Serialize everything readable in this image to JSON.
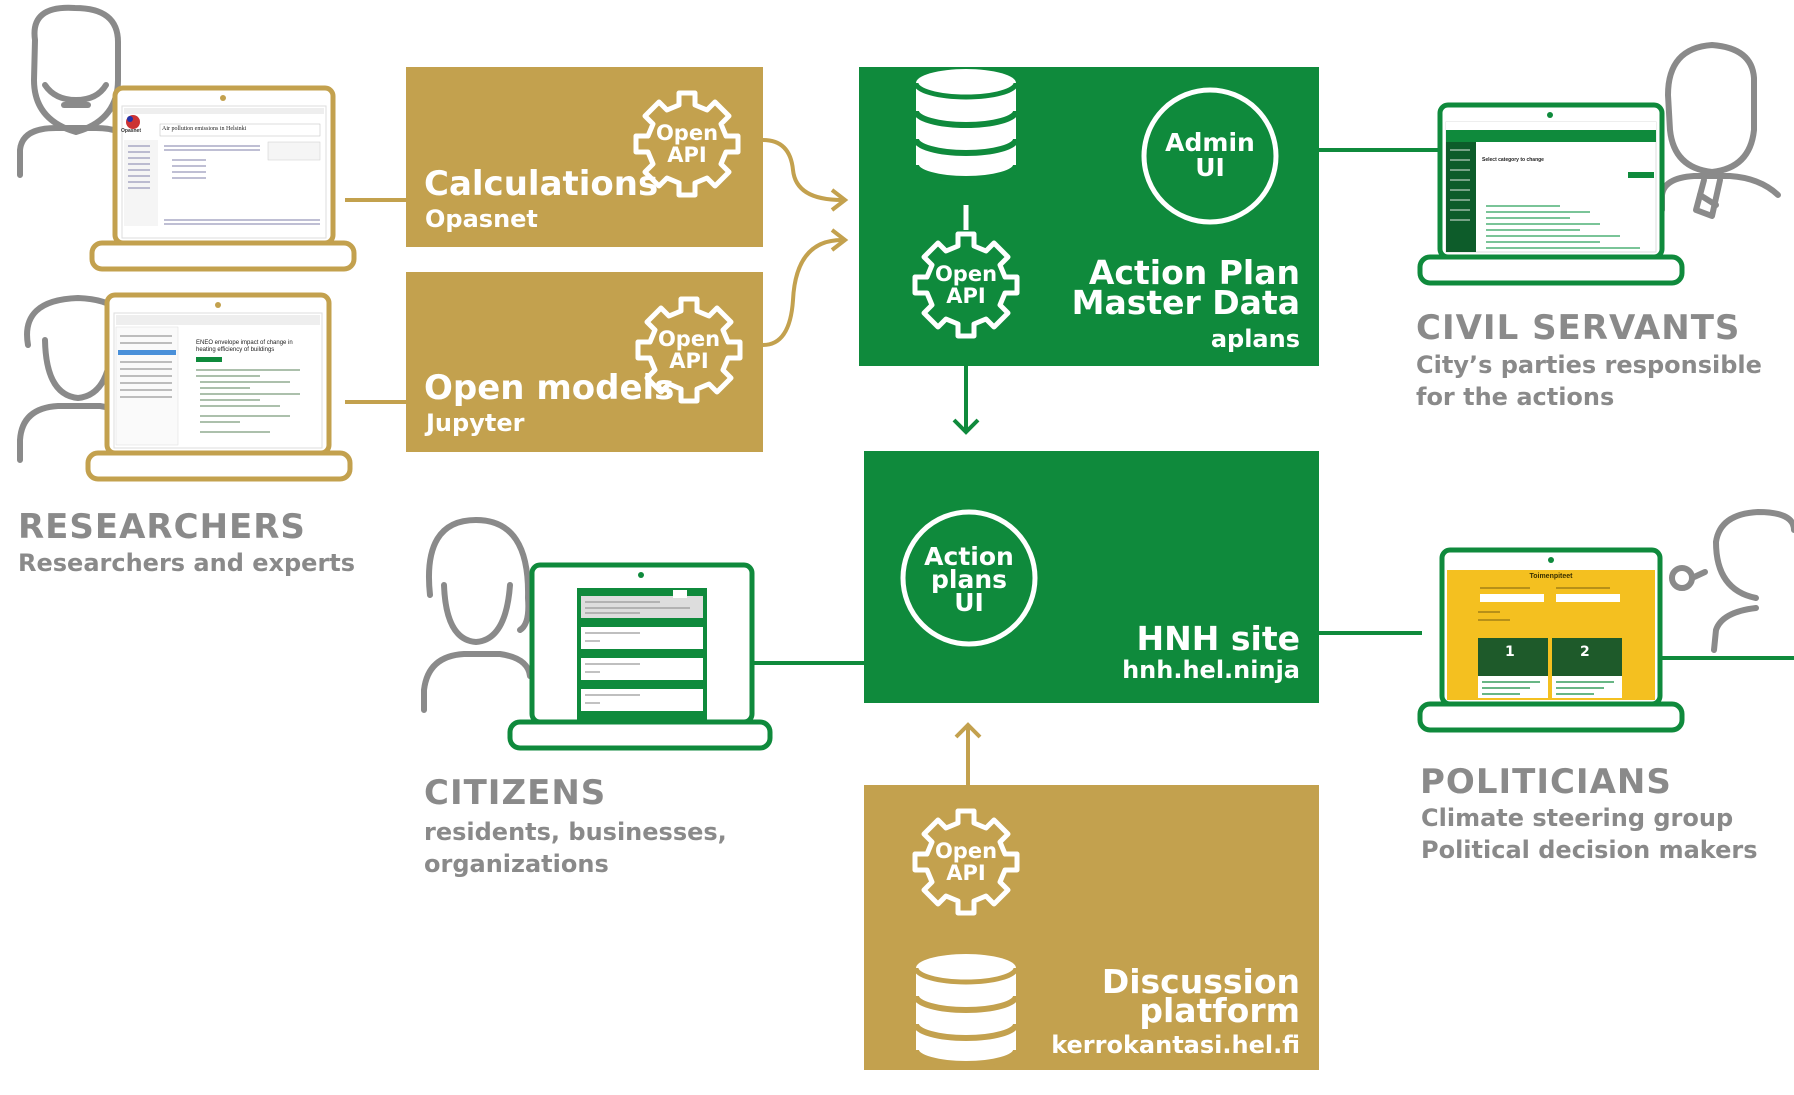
{
  "boxes": {
    "calculations": {
      "title": "Calculations",
      "subtitle": "Opasnet"
    },
    "open_models": {
      "title": "Open models",
      "subtitle": "Jupyter"
    },
    "master_data": {
      "title_line1": "Action Plan",
      "title_line2": "Master Data",
      "subtitle": "aplans",
      "circle_line1": "Admin",
      "circle_line2": "UI"
    },
    "hnh_site": {
      "title": "HNH site",
      "subtitle": "hnh.hel.ninja",
      "circle_line1": "Action",
      "circle_line2": "plans",
      "circle_line3": "UI"
    },
    "discussion": {
      "title_line1": "Discussion",
      "title_line2": "platform",
      "subtitle": "kerrokantasi.hel.fi"
    }
  },
  "gear_label": {
    "line1": "Open",
    "line2": "API"
  },
  "groups": {
    "researchers": {
      "title": "RESEARCHERS",
      "subtitle": "Researchers and experts"
    },
    "citizens": {
      "title": "CITIZENS",
      "line1": "residents, businesses,",
      "line2": "organizations"
    },
    "civil_servants": {
      "title": "CIVIL SERVANTS",
      "line1": "City’s parties responsible",
      "line2": "for the actions"
    },
    "politicians": {
      "title": "POLITICIANS",
      "line1": "Climate steering group",
      "line2": "Political decision makers"
    }
  },
  "screens": {
    "opasnet_brand": "Opasnet",
    "opasnet_heading": "Air pollution emissions in Helsinki",
    "jupyter_heading": "ENEO envelope impact of change in heating efficiency of buildings",
    "aplans_heading": "Select category to change",
    "toimenpiteet_heading": "Toimenpiteet",
    "card1_number": "1",
    "card2_number": "2"
  },
  "colors": {
    "gold": "#c3a14e",
    "green": "#0f8a3c",
    "gray": "#8a8a8a",
    "yellow": "#f4c020"
  }
}
